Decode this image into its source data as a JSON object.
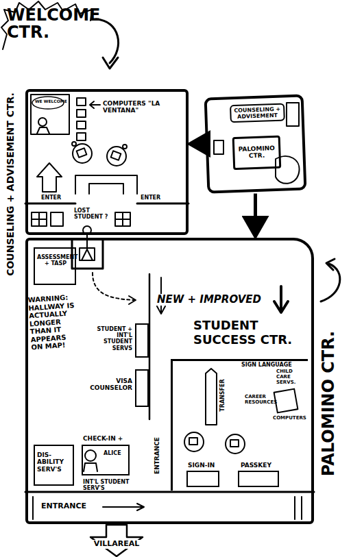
{
  "diagram": {
    "nodes": [
      {
        "text": [
          "COUNSELING + ADVISEMENT"
        ]
      },
      {
        "text": [
          "PALOMINO CTR."
        ],
        "in": 0
      },
      {
        "text": [
          "COUNSELING + ADVISEMENT CTR."
        ]
      },
      {
        "text": [
          "PALOMINO CTR."
        ]
      },
      {
        "text": [
          "ASSESSMENT + TASP"
        ],
        "in": 3
      },
      {
        "text": [
          "STUDENT + INT'L STUDENT SERVS"
        ],
        "in": 3
      },
      {
        "text": [
          "VISA COUNSELOR"
        ],
        "in": 3
      },
      {
        "text": [
          "NEW + IMPROVED",
          "STUDENT SUCCESS CTR."
        ],
        "in": 3
      },
      {
        "text": [
          "SIGN-IN"
        ],
        "in": 7
      },
      {
        "text": [
          "PASSKEY"
        ],
        "in": 7
      },
      {
        "text": [
          "CHECK-IN +",
          "ALICE",
          "INT'L STUDENT SERV'S"
        ],
        "in": 3
      },
      {
        "text": [
          "DIS-ABILITY SERV'S"
        ],
        "in": 3
      }
    ],
    "edges": [
      {
        "from": 0,
        "to": 2,
        "arrow": "to"
      },
      {
        "from": 0,
        "to": 3,
        "arrow": "to"
      }
    ],
    "labels": [
      "WELCOME CTR.",
      "WE WELCOME",
      "COMPUTERS \"LA VENTANA\"",
      "ENTER",
      "ENTER",
      "LOST STUDENT ?",
      "WARNING: HALLWAY IS ACTUALLY LONGER THAN IT APPEARS ON MAP!",
      "ENTRANCE",
      "TRANSFER",
      "SIGN LANGUAGE",
      "CHILD CARE SERVS.",
      "CAREER RESOURCES",
      "COMPUTERS",
      "ENTRANCE",
      "VILLAREAL"
    ]
  }
}
